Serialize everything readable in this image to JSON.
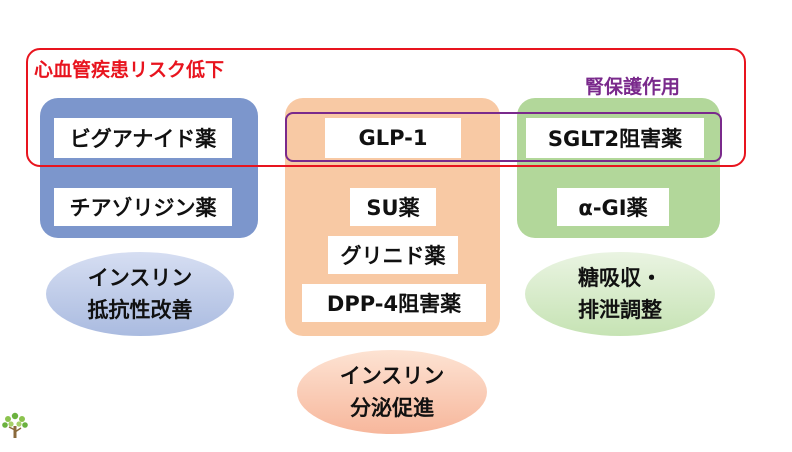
{
  "frames": {
    "cv_label": "心血管疾患リスク低下",
    "renal_label": "腎保護作用"
  },
  "groups": {
    "insulin_resistance": {
      "drugs": [
        "ビグアナイド薬",
        "チアゾリジン薬"
      ],
      "effect": [
        "インスリン",
        "抵抗性改善"
      ]
    },
    "insulin_secretion": {
      "drugs": [
        "GLP-1",
        "SU薬",
        "グリニド薬",
        "DPP-4阻害薬"
      ],
      "effect": [
        "インスリン",
        "分泌促進"
      ]
    },
    "glucose_absorption": {
      "drugs": [
        "SGLT2阻害薬",
        "α-GI薬"
      ],
      "effect": [
        "糖吸収・",
        "排泄調整"
      ]
    }
  },
  "colors": {
    "cv_frame": "#e8141e",
    "renal_frame": "#7a2a8c",
    "blue_group": "#7c96cc",
    "orange_group": "#f8c9a4",
    "green_group": "#b2d79a"
  },
  "logo": "tree-logo"
}
